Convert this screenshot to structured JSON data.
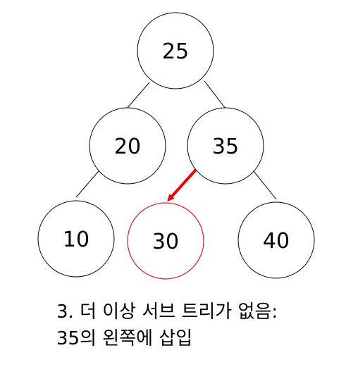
{
  "colors": {
    "node_stroke": "#000000",
    "new_node_stroke": "#e8191c",
    "arrow": "#ee0000",
    "edge": "#000000"
  },
  "tree": {
    "nodes": [
      {
        "id": "n25",
        "label": "25",
        "highlight": false
      },
      {
        "id": "n20",
        "label": "20",
        "highlight": false
      },
      {
        "id": "n35",
        "label": "35",
        "highlight": false
      },
      {
        "id": "n10",
        "label": "10",
        "highlight": false
      },
      {
        "id": "n30",
        "label": "30",
        "highlight": true
      },
      {
        "id": "n40",
        "label": "40",
        "highlight": false
      }
    ]
  },
  "caption": {
    "line1": "3. 더 이상 서브 트리가 없음:",
    "line2": "35의 왼쪽에 삽입"
  }
}
